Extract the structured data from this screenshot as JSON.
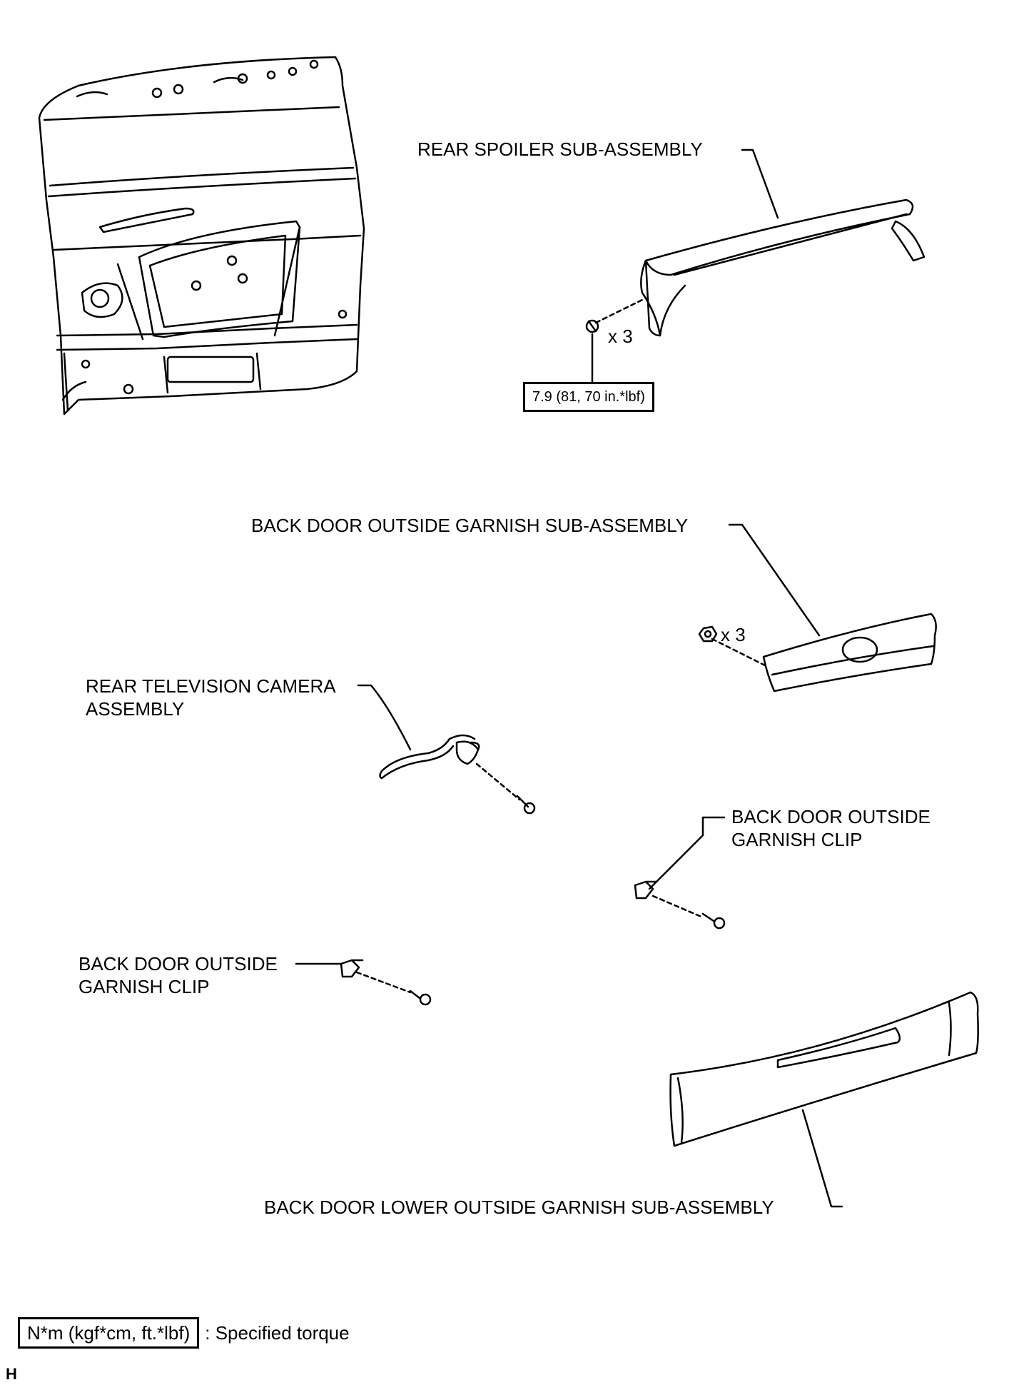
{
  "labels": {
    "rear_spoiler": "REAR SPOILER SUB-ASSEMBLY",
    "outside_garnish": "BACK DOOR OUTSIDE GARNISH SUB-ASSEMBLY",
    "camera": "REAR TELEVISION CAMERA\nASSEMBLY",
    "clip_right": "BACK DOOR OUTSIDE\nGARNISH CLIP",
    "clip_left": "BACK DOOR OUTSIDE\nGARNISH CLIP",
    "lower_garnish": "BACK DOOR LOWER OUTSIDE GARNISH SUB-ASSEMBLY"
  },
  "quantities": {
    "spoiler_bolts": "x 3",
    "garnish_nuts": "x 3"
  },
  "torque": {
    "spoiler_bolt": "7.9 (81, 70 in.*lbf)"
  },
  "legend": {
    "unit_box": "N*m (kgf*cm, ft.*lbf)",
    "description": ": Specified torque"
  },
  "figure_code": "H"
}
